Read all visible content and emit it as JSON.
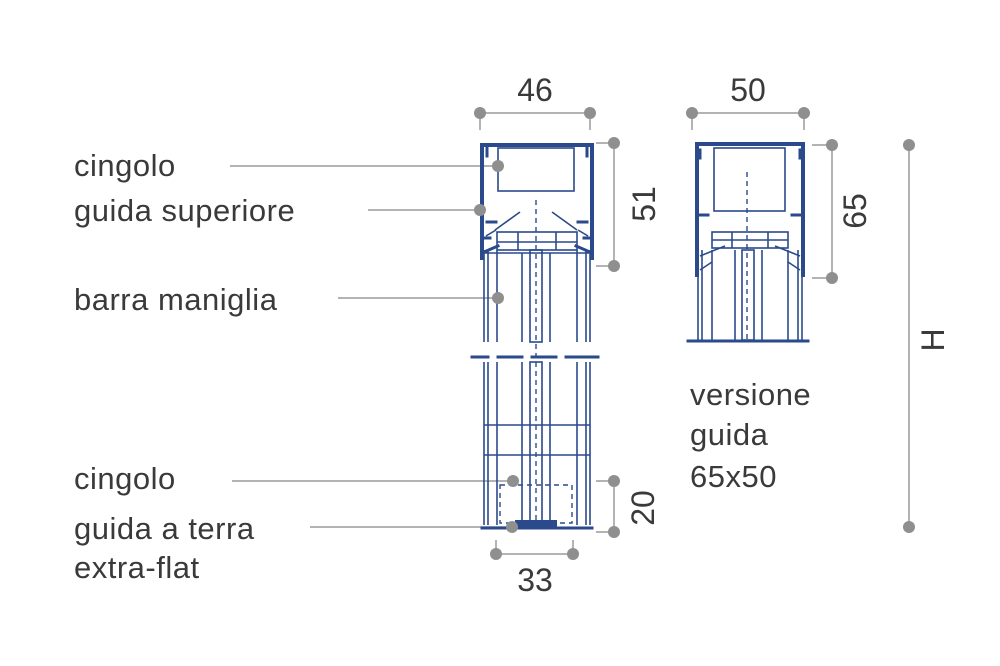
{
  "labels": {
    "cingolo_top": "cingolo",
    "guida_superiore": "guida superiore",
    "barra_maniglia": "barra maniglia",
    "cingolo_bottom": "cingolo",
    "guida_a_terra_1": "guida a terra",
    "guida_a_terra_2": "extra-flat",
    "versione_1": "versione",
    "versione_2": "guida",
    "versione_3": "65x50"
  },
  "dimensions": {
    "width_main": "46",
    "width_alt": "50",
    "height_top_main": "51",
    "height_top_alt": "65",
    "height_bottom": "20",
    "width_bottom": "33",
    "total_height": "H"
  },
  "colors": {
    "profile": "#2a4a8c",
    "leader": "#9a9a9a",
    "dot": "#8f8f8f",
    "text": "#3a3a3a"
  }
}
